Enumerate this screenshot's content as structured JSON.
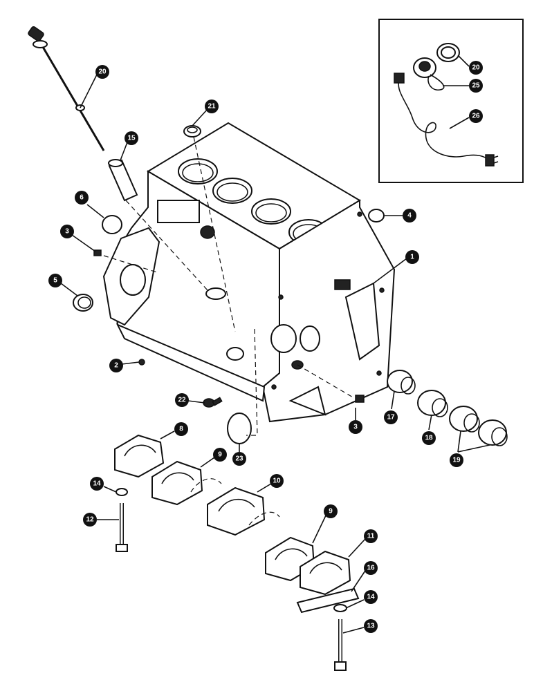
{
  "callouts": [
    {
      "id": "c20a",
      "label": "20"
    },
    {
      "id": "c21",
      "label": "21"
    },
    {
      "id": "c15",
      "label": "15"
    },
    {
      "id": "c6",
      "label": "6"
    },
    {
      "id": "c3a",
      "label": "3"
    },
    {
      "id": "c5",
      "label": "5"
    },
    {
      "id": "c4",
      "label": "4"
    },
    {
      "id": "c1",
      "label": "1"
    },
    {
      "id": "c2",
      "label": "2"
    },
    {
      "id": "c22",
      "label": "22"
    },
    {
      "id": "c3b",
      "label": "3"
    },
    {
      "id": "c17",
      "label": "17"
    },
    {
      "id": "c18",
      "label": "18"
    },
    {
      "id": "c19",
      "label": "19"
    },
    {
      "id": "c23",
      "label": "23"
    },
    {
      "id": "c8",
      "label": "8"
    },
    {
      "id": "c9a",
      "label": "9"
    },
    {
      "id": "c14a",
      "label": "14"
    },
    {
      "id": "c10",
      "label": "10"
    },
    {
      "id": "c12",
      "label": "12"
    },
    {
      "id": "c9b",
      "label": "9"
    },
    {
      "id": "c11",
      "label": "11"
    },
    {
      "id": "c16",
      "label": "16"
    },
    {
      "id": "c14b",
      "label": "14"
    },
    {
      "id": "c13",
      "label": "13"
    },
    {
      "id": "c20b",
      "label": "20"
    },
    {
      "id": "c25",
      "label": "25"
    },
    {
      "id": "c26",
      "label": "26"
    }
  ]
}
